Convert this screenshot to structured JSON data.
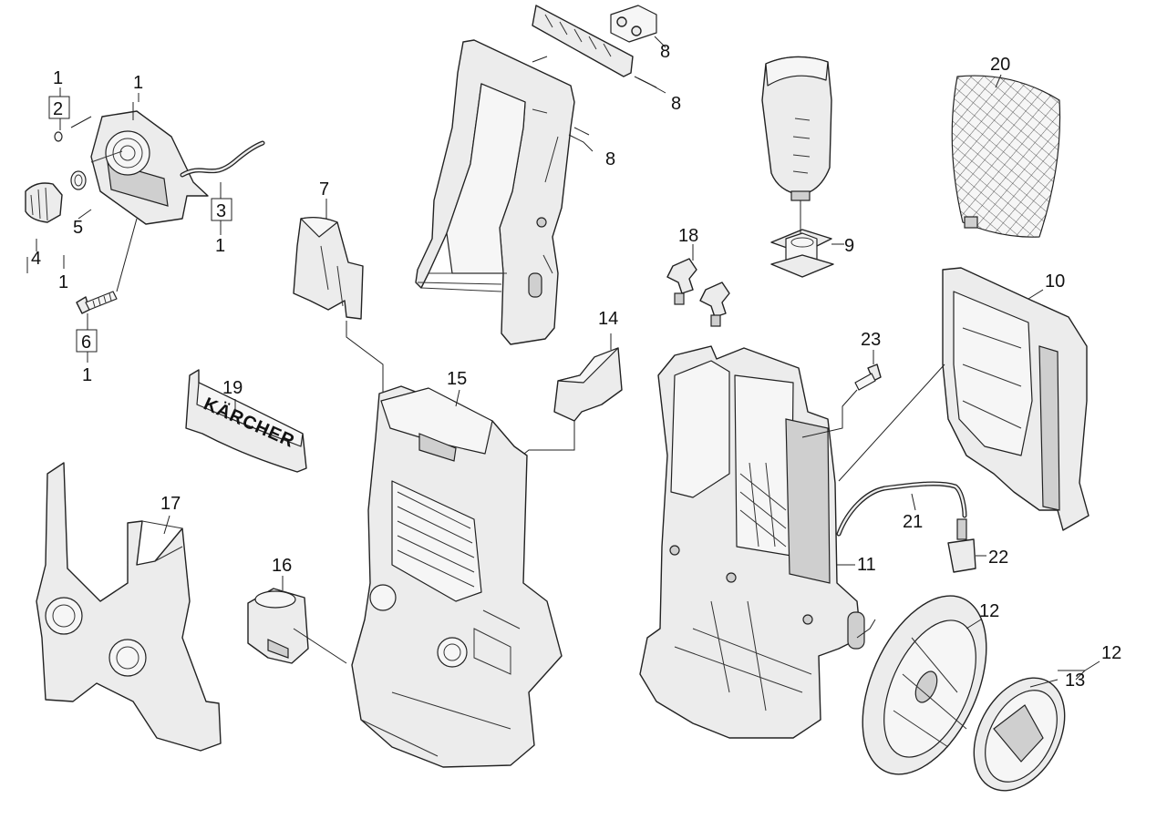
{
  "labels": {
    "l1a": "1",
    "l2": "2",
    "l1b": "1",
    "l3": "3",
    "l1c": "1",
    "l5": "5",
    "l4": "4",
    "l1d": "1",
    "l6": "6",
    "l1e": "1",
    "l7": "7",
    "l8a": "8",
    "l8b": "8",
    "l8c": "8",
    "l9": "9",
    "l10": "10",
    "l11": "11",
    "l12a": "12",
    "l12b": "12",
    "l13": "13",
    "l14": "14",
    "l15": "15",
    "l16": "16",
    "l17": "17",
    "l18": "18",
    "l19": "19",
    "l20": "20",
    "l21": "21",
    "l22": "22",
    "l23": "23"
  },
  "brand_text": "KÄRCHER"
}
